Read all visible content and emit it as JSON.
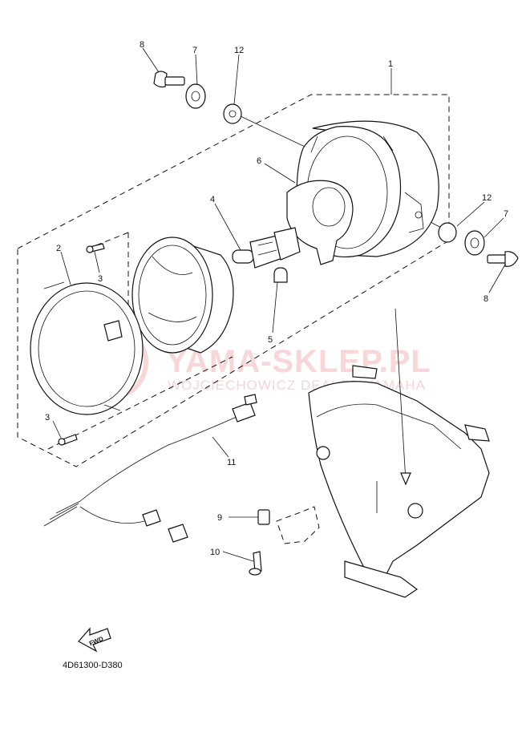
{
  "diagram": {
    "drawing_code": "4D61300-D380",
    "direction_marker": "FWD",
    "watermark": {
      "title": "YAMA-SKLEP.PL",
      "subtitle": "WOJCIECHOWICZ DEALER YAMAHA"
    },
    "callouts": [
      {
        "id": "c8a",
        "label": "8"
      },
      {
        "id": "c7a",
        "label": "7"
      },
      {
        "id": "c12a",
        "label": "12"
      },
      {
        "id": "c1",
        "label": "1"
      },
      {
        "id": "c6",
        "label": "6"
      },
      {
        "id": "c4",
        "label": "4"
      },
      {
        "id": "c2",
        "label": "2"
      },
      {
        "id": "c3a",
        "label": "3"
      },
      {
        "id": "c12b",
        "label": "12"
      },
      {
        "id": "c7b",
        "label": "7"
      },
      {
        "id": "c8b",
        "label": "8"
      },
      {
        "id": "c5",
        "label": "5"
      },
      {
        "id": "c3b",
        "label": "3"
      },
      {
        "id": "c11",
        "label": "11"
      },
      {
        "id": "c9",
        "label": "9"
      },
      {
        "id": "c10",
        "label": "10"
      }
    ]
  }
}
